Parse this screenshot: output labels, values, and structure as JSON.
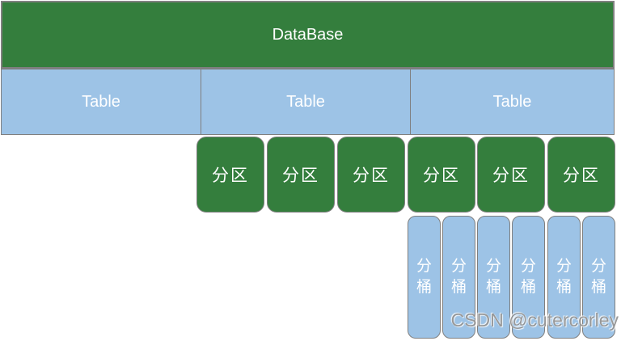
{
  "diagram": {
    "database": {
      "label": "DataBase"
    },
    "tables": [
      {
        "label": "Table"
      },
      {
        "label": "Table"
      },
      {
        "label": "Table"
      }
    ],
    "partitions": [
      {
        "label": "分区"
      },
      {
        "label": "分区"
      },
      {
        "label": "分区"
      },
      {
        "label": "分区"
      },
      {
        "label": "分区"
      },
      {
        "label": "分区"
      }
    ],
    "buckets": [
      {
        "label": "分桶"
      },
      {
        "label": "分桶"
      },
      {
        "label": "分桶"
      },
      {
        "label": "分桶"
      },
      {
        "label": "分桶"
      },
      {
        "label": "分桶"
      }
    ]
  },
  "watermark": {
    "text": "CSDN @cutercorley"
  },
  "colors": {
    "green": "#347E3D",
    "blue": "#9DC3E6",
    "border": "#7F7F7F",
    "text": "#FFFFFF"
  }
}
